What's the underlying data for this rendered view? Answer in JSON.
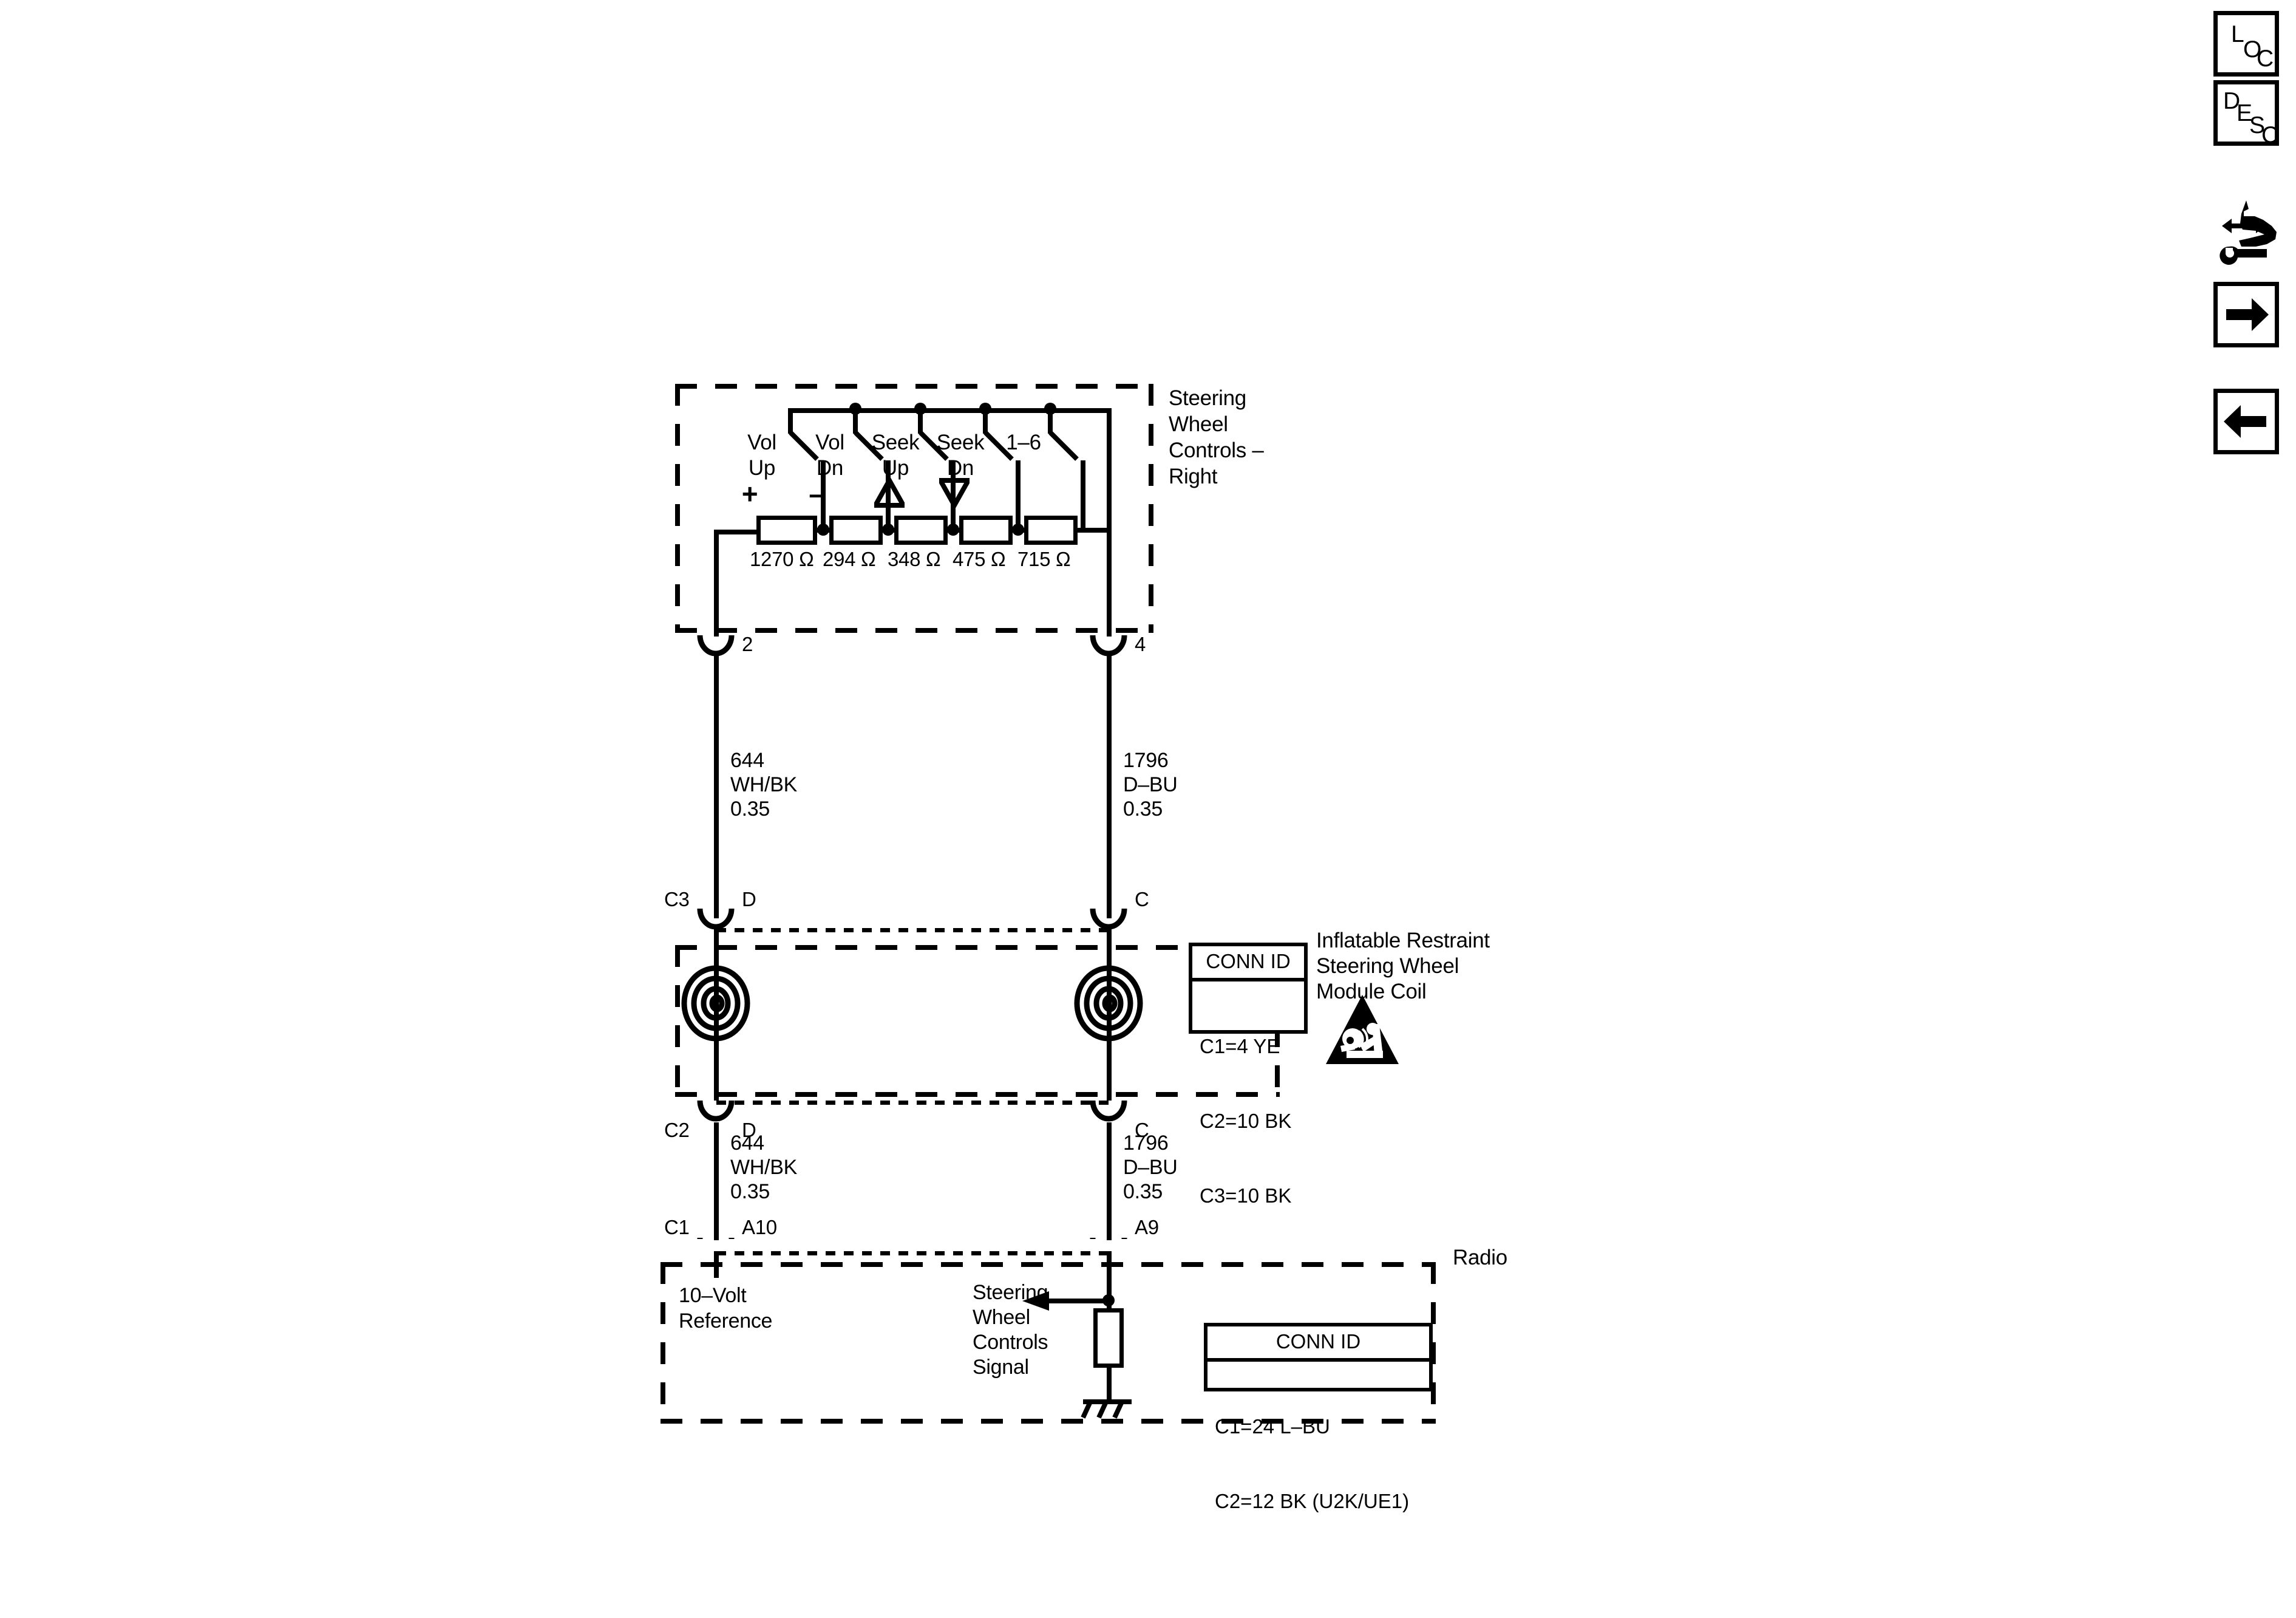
{
  "diagram": {
    "title": "Steering Wheel Controls - Right / Radio wiring schematic",
    "modules": {
      "swc": {
        "label": "Steering\nWheel\nControls –\nRight",
        "switches": [
          {
            "name": "Vol Up",
            "line1": "Vol",
            "line2": "Up",
            "symbol": "+",
            "resistor": "1270 Ω",
            "resistor_value": "1270",
            "unit": "Ω"
          },
          {
            "name": "Vol Dn",
            "line1": "Vol",
            "line2": "Dn",
            "symbol": "–",
            "resistor": "294 Ω",
            "resistor_value": "294",
            "unit": "Ω"
          },
          {
            "name": "Seek Up",
            "line1": "Seek",
            "line2": "Up",
            "symbol": "triangle-up",
            "resistor": "348 Ω",
            "resistor_value": "348",
            "unit": "Ω"
          },
          {
            "name": "Seek Dn",
            "line1": "Seek",
            "line2": "Dn",
            "symbol": "triangle-down",
            "resistor": "475 Ω",
            "resistor_value": "475",
            "unit": "Ω"
          },
          {
            "name": "1-6",
            "line1": "1–6",
            "line2": "",
            "symbol": "",
            "resistor": "715 Ω",
            "resistor_value": "715",
            "unit": "Ω"
          }
        ],
        "pin_left": "2",
        "pin_right": "4"
      },
      "coil": {
        "label": "Inflatable Restraint\nSteering Wheel\nModule Coil",
        "conn_id_header": "CONN ID",
        "conn_id_rows": [
          "C1=4 YE",
          "C2=10 BK",
          "C3=10 BK"
        ],
        "top_left_conn": "C3",
        "top_left_pin": "D",
        "top_right_conn": "",
        "top_right_pin": "C",
        "bottom_left_conn": "C2",
        "bottom_left_pin": "D",
        "bottom_right_conn": "",
        "bottom_right_pin": "C",
        "warning_icon": "airbag-warning-triangle-icon"
      },
      "radio": {
        "label": "Radio",
        "conn_id_header": "CONN ID",
        "conn_id_rows": [
          "C1=24 L–BU",
          "C2=12 BK (U2K/UE1)"
        ],
        "left_conn": "C1",
        "left_pin": "A10",
        "right_pin": "A9",
        "left_function": "10–Volt\nReference",
        "right_function": "Steering\nWheel\nControls\nSignal"
      }
    },
    "wires": {
      "left": {
        "circuit": "644",
        "color": "WH/BK",
        "gauge": "0.35"
      },
      "right": {
        "circuit": "1796",
        "color": "D–BU",
        "gauge": "0.35"
      },
      "left_lower": {
        "circuit": "644",
        "color": "WH/BK",
        "gauge": "0.35"
      },
      "right_lower": {
        "circuit": "1796",
        "color": "D–BU",
        "gauge": "0.35"
      }
    }
  },
  "toolbar": {
    "buttons": [
      {
        "name": "loc-button",
        "label": "LOC",
        "letters": [
          "L",
          "O",
          "C"
        ],
        "type": "diagonal-text"
      },
      {
        "name": "desc-button",
        "label": "DESC",
        "letters": [
          "D",
          "E",
          "S",
          "C"
        ],
        "type": "diagonal-text"
      },
      {
        "name": "service-tool-button",
        "label": "",
        "icon": "hand-wrench-icon",
        "type": "icon"
      },
      {
        "name": "next-button",
        "label": "",
        "icon": "arrow-right-icon",
        "type": "icon"
      },
      {
        "name": "previous-button",
        "label": "",
        "icon": "arrow-left-icon",
        "type": "icon"
      }
    ]
  }
}
